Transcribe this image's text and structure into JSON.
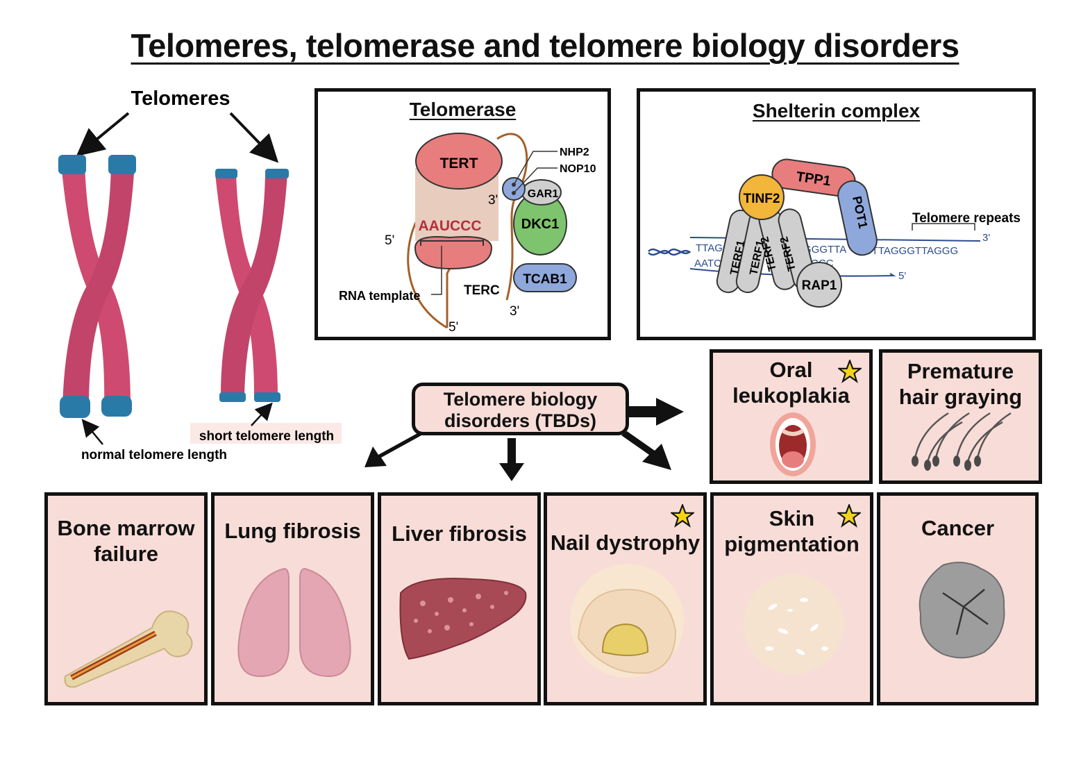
{
  "title": "Telomeres, telomerase and telomere biology disorders",
  "colors": {
    "chromosome": "#cf4a70",
    "telomere_cap": "#2a7aa8",
    "card_bg": "#f8dcd7",
    "tert": "#e87d7d",
    "dkc1": "#7ec36d",
    "blue_protein": "#8fa8dc",
    "tinf2": "#f2b63a",
    "gray_protein": "#cfcfcf",
    "star": "#f5d31a"
  },
  "chromosomes": {
    "heading": "Telomeres",
    "normal_label": "normal telomere length",
    "short_label": "short telomere length"
  },
  "telomerase": {
    "title": "Telomerase",
    "tert": "TERT",
    "template_seq": "AAUCCC",
    "rna_template": "RNA template",
    "terc": "TERC",
    "nhp2": "NHP2",
    "nop10": "NOP10",
    "gar1": "GAR1",
    "dkc1": "DKC1",
    "tcab1": "TCAB1",
    "end3a": "3'",
    "end5a": "5'",
    "end3b": "3'",
    "end5b": "5'"
  },
  "shelterin": {
    "title": "Shelterin complex",
    "tpp1": "TPP1",
    "tinf2": "TINF2",
    "pot1": "POT1",
    "terf1": "TERF1",
    "terf2": "TERF2",
    "rap1": "RAP1",
    "repeats_label": "Telomere repeats",
    "top_left_seq": "TTAGG",
    "top_mid_seq": "GGGTTA",
    "top_right_seq": "GTTAGGGTTAGGG",
    "bottom_left_seq": "AATC",
    "bottom_mid_seq": "CCC",
    "end3": "3'",
    "end5": "5'"
  },
  "tbd": {
    "label_line1": "Telomere biology",
    "label_line2": "disorders (TBDs)"
  },
  "cards": {
    "oral": {
      "line1": "Oral",
      "line2": "leukoplakia"
    },
    "hair": {
      "line1": "Premature",
      "line2": "hair graying"
    },
    "bone": {
      "line1": "Bone marrow",
      "line2": "failure"
    },
    "lung": {
      "line1": "Lung fibrosis"
    },
    "liver": {
      "line1": "Liver fibrosis"
    },
    "nail": {
      "line1": "Nail dystrophy"
    },
    "skin": {
      "line1": "Skin",
      "line2": "pigmentation"
    },
    "cancer": {
      "line1": "Cancer"
    }
  }
}
